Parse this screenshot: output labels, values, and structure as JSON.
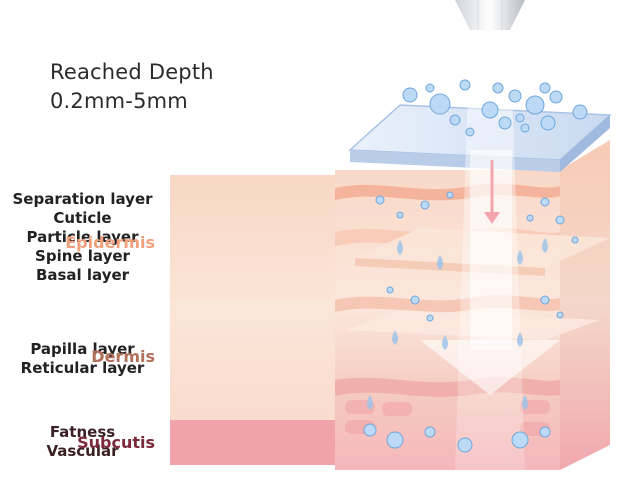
{
  "title_line1": "Reached Depth",
  "title_line2": "0.2mm-5mm",
  "layers": {
    "epidermis": {
      "label": "Epidermis",
      "items": [
        "Separation layer",
        "Cuticle",
        "Particle layer",
        "Spine layer",
        "Basal layer"
      ],
      "color": "#f0a07c"
    },
    "dermis": {
      "label": "Dermis",
      "items": [
        "Papilla layer",
        "Reticular layer"
      ],
      "color": "#b0705a"
    },
    "subcutis": {
      "label": "Subcutis",
      "items": [
        "Fatness",
        "Vascular"
      ],
      "color": "#7a2a3a"
    }
  },
  "icons": [
    "device-nozzle-icon",
    "water-bubbles-icon",
    "downward-arrow-icon",
    "water-drop-icon"
  ]
}
